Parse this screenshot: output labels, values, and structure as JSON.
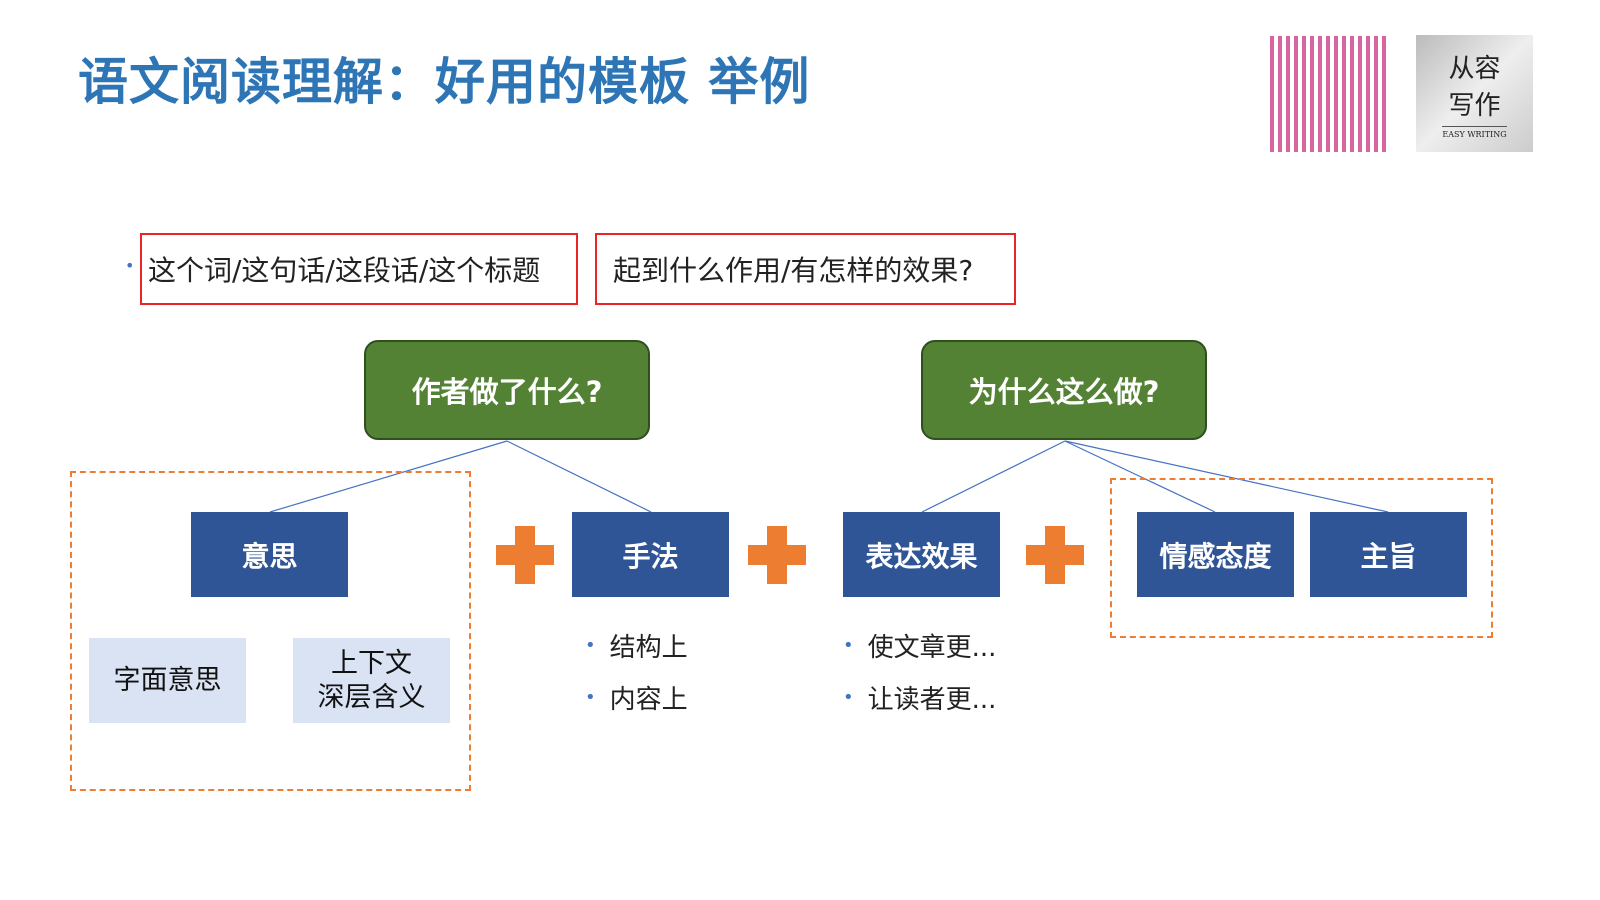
{
  "title": "语文阅读理解：好用的模板 举例",
  "question": {
    "part1": "这个词/这句话/这段话/这个标题",
    "part2": "起到什么作用/有怎样的效果?"
  },
  "what": {
    "label": "作者做了什么?",
    "meaning": "意思",
    "literal": "字面意思",
    "deep": "上下文\n深层含义",
    "technique": "手法",
    "technique_points": [
      "结构上",
      "内容上"
    ]
  },
  "why": {
    "label": "为什么这么做?",
    "effect": "表达效果",
    "effect_points": [
      "使文章更...",
      "让读者更..."
    ],
    "emotion": "情感态度",
    "theme": "主旨"
  },
  "logo": {
    "line1": "从容",
    "line2": "写作",
    "sub": "EASY WRITING"
  },
  "colors": {
    "title": "#2E75B6",
    "green": "#548235",
    "blue": "#2F5597",
    "light": "#DAE3F3",
    "orange": "#ED7D31",
    "red": "#E8262A"
  }
}
